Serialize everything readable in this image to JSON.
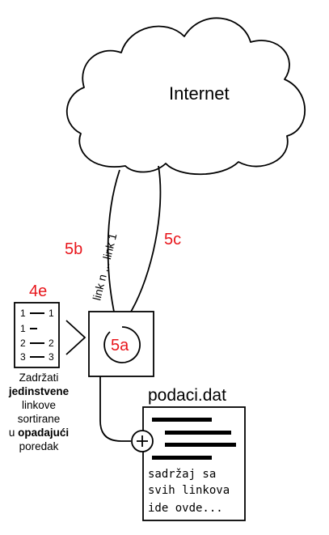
{
  "cloud": {
    "label": "Internet"
  },
  "links_label": "link n ... link 1",
  "step_labels": {
    "s5b": "5b",
    "s5c": "5c",
    "s5a": "5a",
    "s4e": "4e"
  },
  "accent_color": "#e8151b",
  "list_doc": {
    "rows": [
      {
        "left": "1",
        "right": "1"
      },
      {
        "left": "1",
        "right": ""
      },
      {
        "left": "2",
        "right": "2"
      },
      {
        "left": "3",
        "right": "3"
      }
    ]
  },
  "description": {
    "line1": "Zadržati",
    "line2_bold": "jedinstvene",
    "line3": "linkove",
    "line4": "sortirane",
    "line5_pre": "u ",
    "line5_bold": "opadajući",
    "line6": "poredak"
  },
  "file": {
    "name": "podaci.dat",
    "plus_icon": "plus-icon",
    "content_lines": [
      "sadržaj sa",
      "svih linkova",
      "ide ovde..."
    ]
  }
}
